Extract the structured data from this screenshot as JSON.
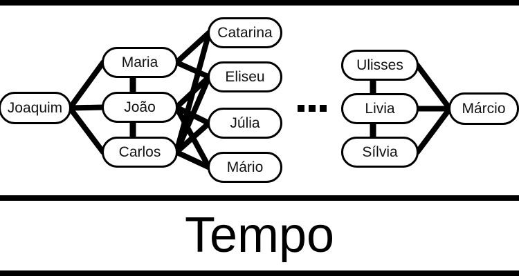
{
  "diagram": {
    "nodes": [
      {
        "id": "joaquim",
        "label": "Joaquim"
      },
      {
        "id": "maria",
        "label": "Maria"
      },
      {
        "id": "joao",
        "label": "João"
      },
      {
        "id": "carlos",
        "label": "Carlos"
      },
      {
        "id": "catarina",
        "label": "Catarina"
      },
      {
        "id": "eliseu",
        "label": "Eliseu"
      },
      {
        "id": "julia",
        "label": "Júlia"
      },
      {
        "id": "mario",
        "label": "Mário"
      },
      {
        "id": "ulisses",
        "label": "Ulisses"
      },
      {
        "id": "livia",
        "label": "Livia"
      },
      {
        "id": "silvia",
        "label": "Sílvia"
      },
      {
        "id": "marcio",
        "label": "Márcio"
      }
    ],
    "edges": [
      {
        "from": "joaquim",
        "to": "maria",
        "kind": "descent"
      },
      {
        "from": "joaquim",
        "to": "joao",
        "kind": "descent"
      },
      {
        "from": "joaquim",
        "to": "carlos",
        "kind": "descent"
      },
      {
        "from": "maria",
        "to": "joao",
        "kind": "sibling"
      },
      {
        "from": "joao",
        "to": "carlos",
        "kind": "sibling"
      },
      {
        "from": "maria",
        "to": "catarina",
        "kind": "descent"
      },
      {
        "from": "maria",
        "to": "eliseu",
        "kind": "descent"
      },
      {
        "from": "joao",
        "to": "eliseu",
        "kind": "descent"
      },
      {
        "from": "joao",
        "to": "julia",
        "kind": "descent"
      },
      {
        "from": "joao",
        "to": "mario",
        "kind": "descent"
      },
      {
        "from": "carlos",
        "to": "catarina",
        "kind": "descent"
      },
      {
        "from": "carlos",
        "to": "eliseu",
        "kind": "descent"
      },
      {
        "from": "carlos",
        "to": "julia",
        "kind": "descent"
      },
      {
        "from": "carlos",
        "to": "mario",
        "kind": "descent"
      },
      {
        "from": "ulisses",
        "to": "livia",
        "kind": "sibling"
      },
      {
        "from": "livia",
        "to": "silvia",
        "kind": "sibling"
      },
      {
        "from": "ulisses",
        "to": "marcio",
        "kind": "descent"
      },
      {
        "from": "livia",
        "to": "marcio",
        "kind": "descent"
      },
      {
        "from": "silvia",
        "to": "marcio",
        "kind": "descent"
      }
    ],
    "ellipsis": "...",
    "axis_label": "Tempo"
  }
}
